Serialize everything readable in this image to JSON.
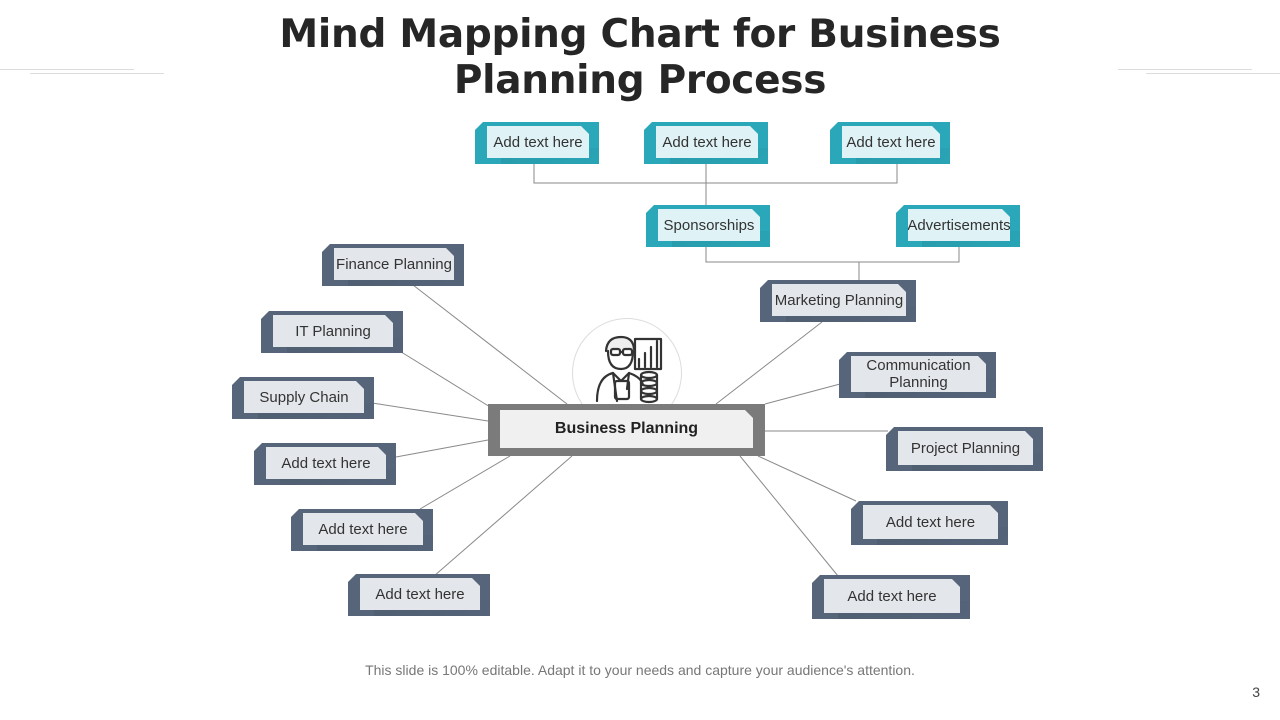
{
  "title": "Mind Mapping Chart for Business Planning Process",
  "center": "Business Planning",
  "top_row": [
    "Add text here",
    "Add text here",
    "Add text here"
  ],
  "marketing_children": [
    "Sponsorships",
    "Advertisements"
  ],
  "left": [
    "Finance Planning",
    "IT Planning",
    "Supply Chain",
    "Add text here",
    "Add text here",
    "Add text here"
  ],
  "right": [
    "Marketing Planning",
    "Communication Planning",
    "Project Planning",
    "Add text here",
    "Add text here"
  ],
  "footer": "This slide is 100% editable. Adapt it to your needs and capture your audience's attention.",
  "page_number": "3",
  "colors": {
    "teal": "#2aa7b8",
    "slate": "#56657a",
    "center_border": "#7b7b7b"
  },
  "icon": "business-person-chart-icon"
}
